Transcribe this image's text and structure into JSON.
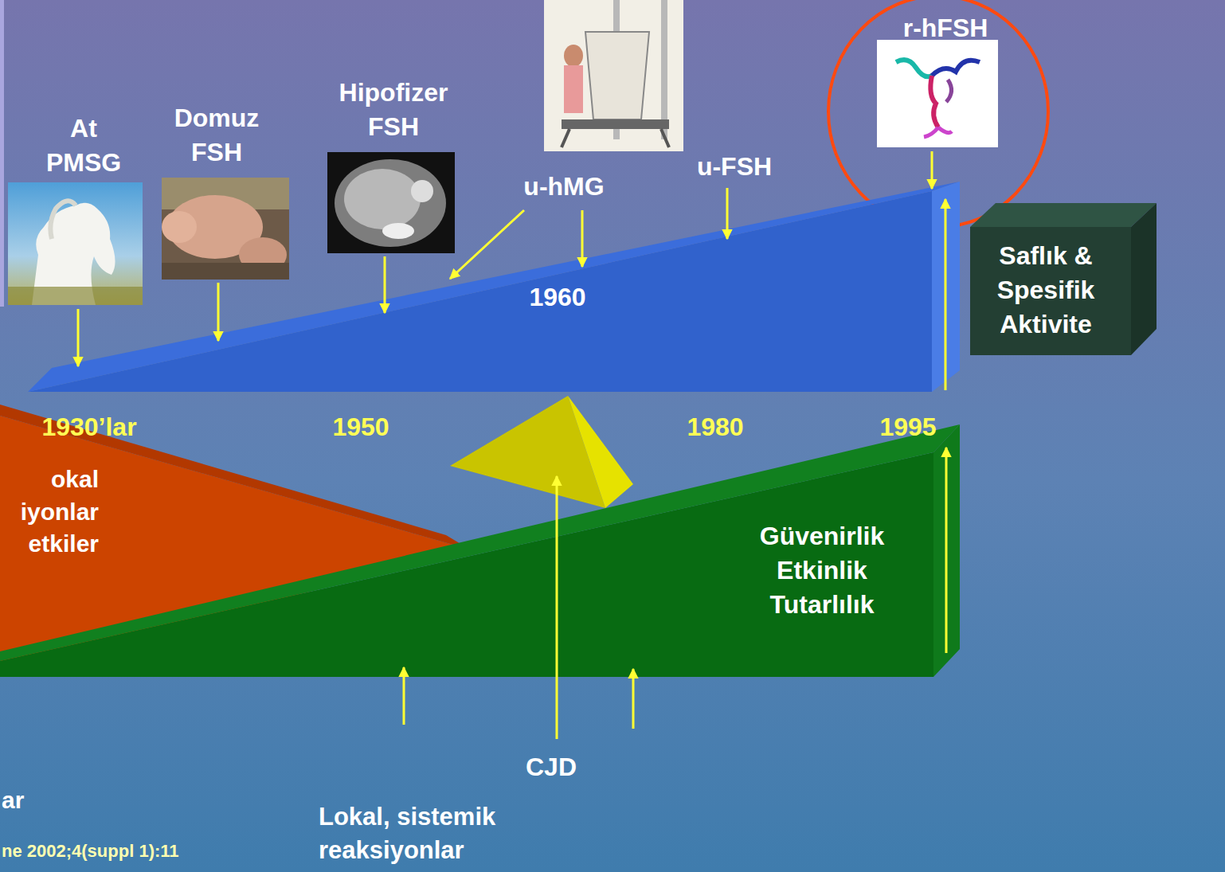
{
  "diagram": {
    "nodes": [
      {
        "text": [
          "1960"
        ]
      },
      {
        "text": [
          "Saflık & Spesifik Aktivite"
        ]
      },
      {
        "text": [
          "okal iyonlar etkiler"
        ]
      },
      {
        "text": [
          "Güvenirlik Etkinlik Tutarlılık"
        ]
      }
    ],
    "labels": [
      "r-hFSH",
      "At PMSG",
      "Domuz FSH",
      "Hipofizer FSH",
      "u-hMG",
      "u-FSH",
      "1930’lar",
      "1950",
      "1980",
      "1995",
      "CJD",
      "ar",
      "ne 2002;4(suppl 1):11",
      "Lokal, sistemik reaksiyonlar"
    ]
  }
}
